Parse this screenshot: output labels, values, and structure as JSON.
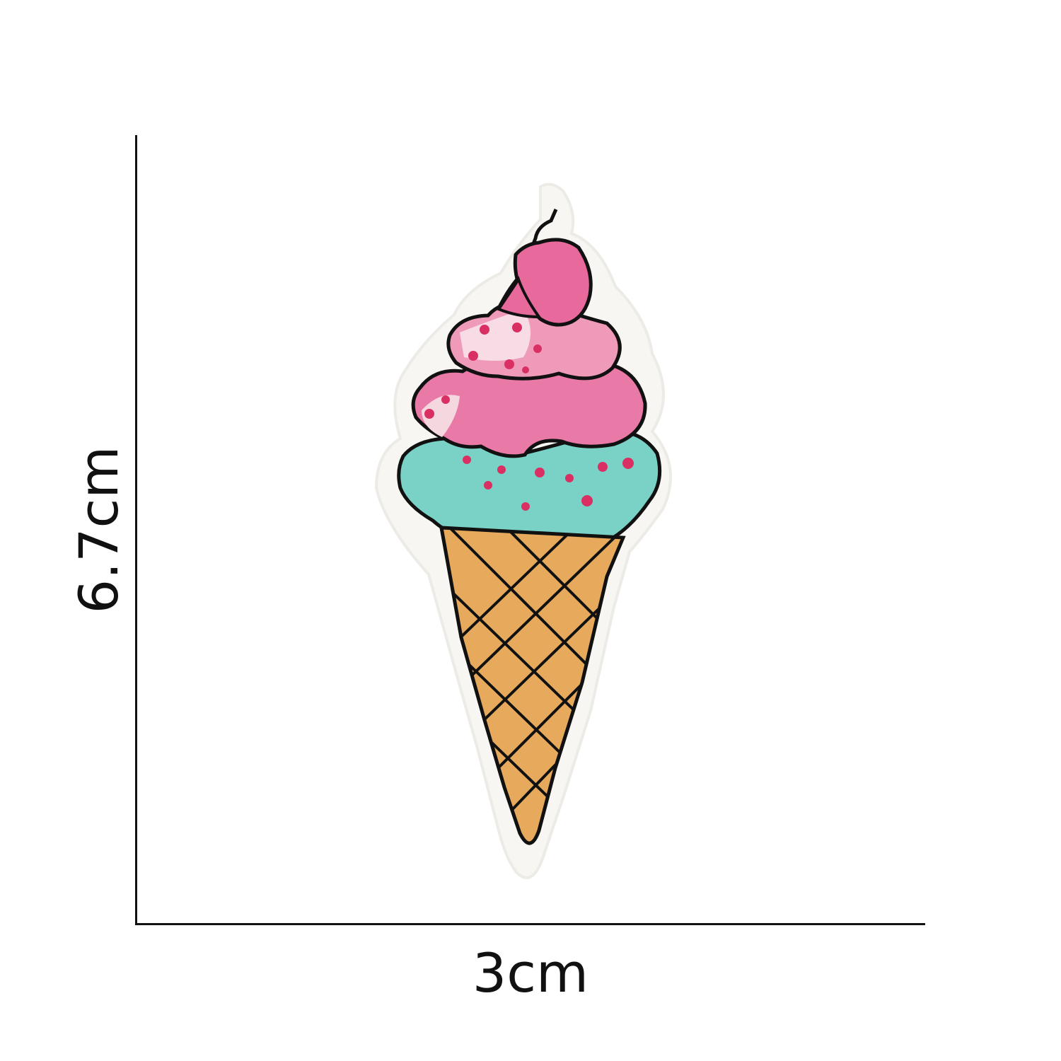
{
  "dimensions": {
    "width_label": "3cm",
    "height_label": "6.7cm"
  },
  "product": {
    "subject": "ice-cream-cone-patch",
    "colors": {
      "outline": "#111111",
      "backing": "#f7f6f2",
      "pink_top": "#e8699c",
      "pink_light": "#f4b7cc",
      "pink_scoop": "#e97aa8",
      "mint_scoop": "#79d2c5",
      "cone": "#e7aa5c",
      "sprinkle": "#d92f63"
    }
  }
}
